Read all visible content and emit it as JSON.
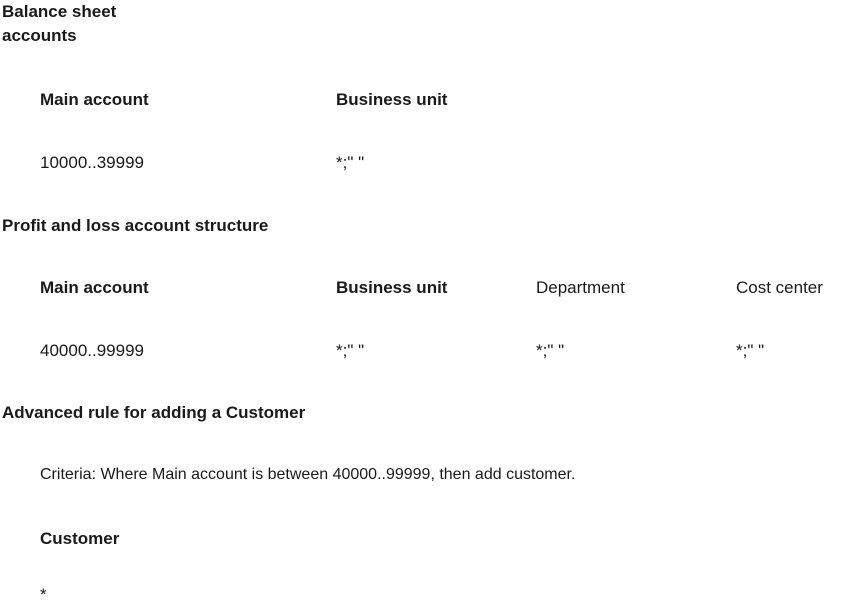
{
  "balance_sheet": {
    "title": "Balance sheet accounts",
    "headers": [
      "Main account",
      "Business unit"
    ],
    "values": [
      "10000..39999",
      "*;\" \""
    ]
  },
  "profit_loss": {
    "title": "Profit and loss account structure",
    "headers": [
      "Main account",
      "Business unit",
      "Department",
      "Cost center"
    ],
    "values": [
      "40000..99999",
      "*;\" \"",
      "*;\" \"",
      "*;\" \""
    ]
  },
  "advanced_rule": {
    "title": "Advanced rule for adding a Customer",
    "criteria": "Criteria: Where Main account is between 40000..99999, then add customer.",
    "header": "Customer",
    "value": "*"
  }
}
